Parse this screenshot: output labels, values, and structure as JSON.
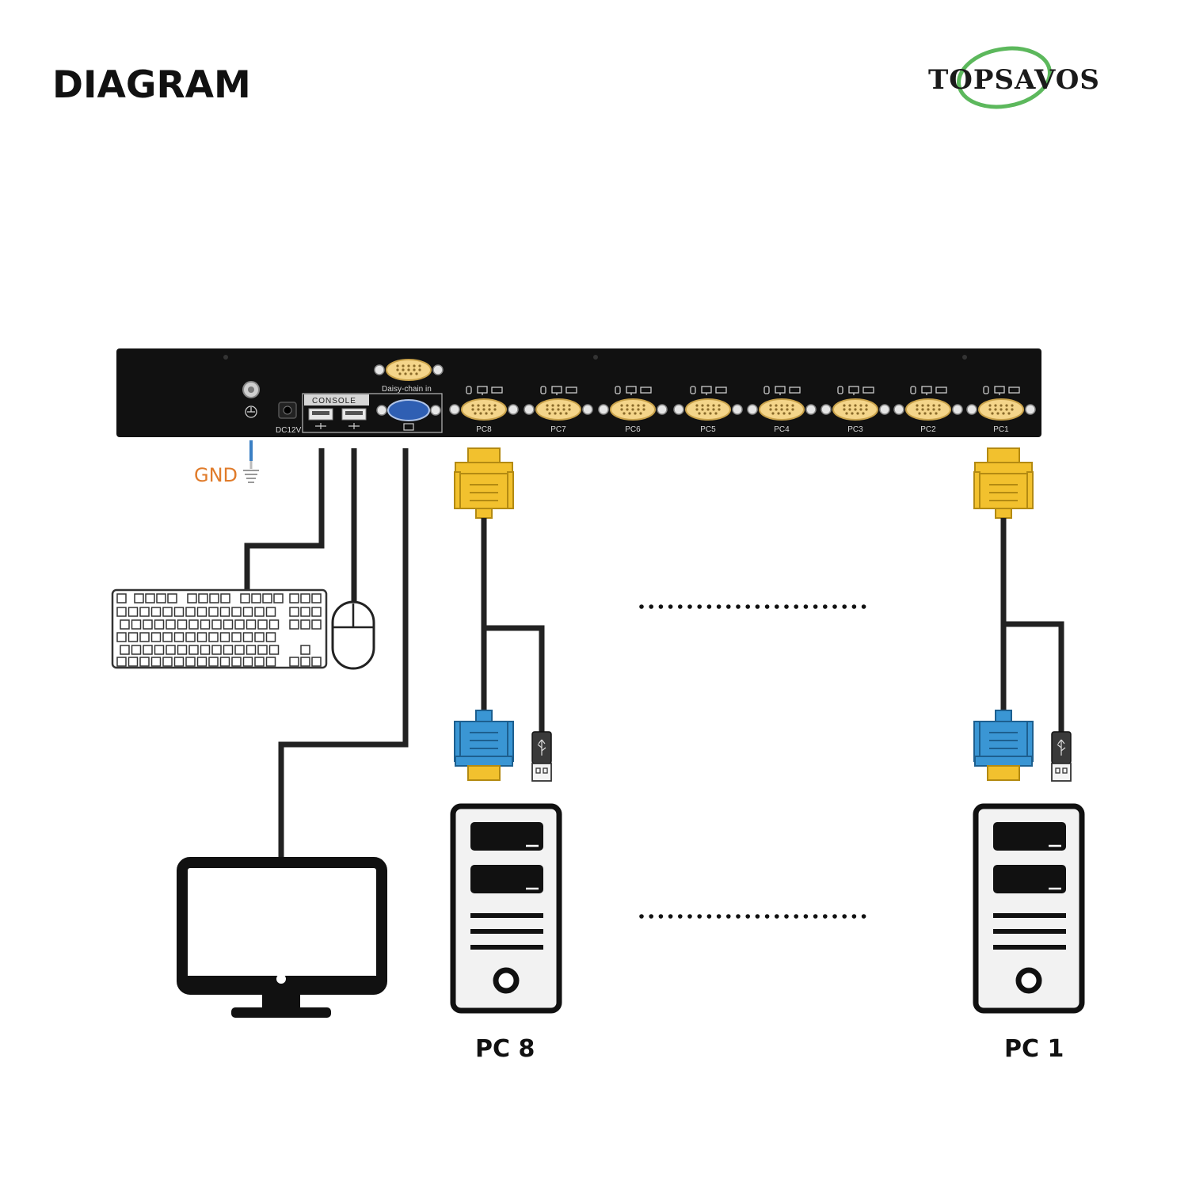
{
  "title": "DIAGRAM",
  "brand": {
    "logo_text": "TOPSAVOS",
    "logo_accent_color": "#5cb85c"
  },
  "device": {
    "console_label": "CONSOLE",
    "daisy_chain_label": "Daisy-chain in",
    "power_label": "DC12V",
    "ports": [
      "PC8",
      "PC7",
      "PC6",
      "PC5",
      "PC4",
      "PC3",
      "PC2",
      "PC1"
    ]
  },
  "gnd_label": "GND",
  "computers": [
    {
      "label": "PC 8"
    },
    {
      "label": "PC 1"
    }
  ],
  "colors": {
    "vga_yellow": "#f2c12e",
    "vga_blue": "#3a96d4",
    "gnd_orange": "#e07b2a",
    "device_body": "#111111"
  }
}
